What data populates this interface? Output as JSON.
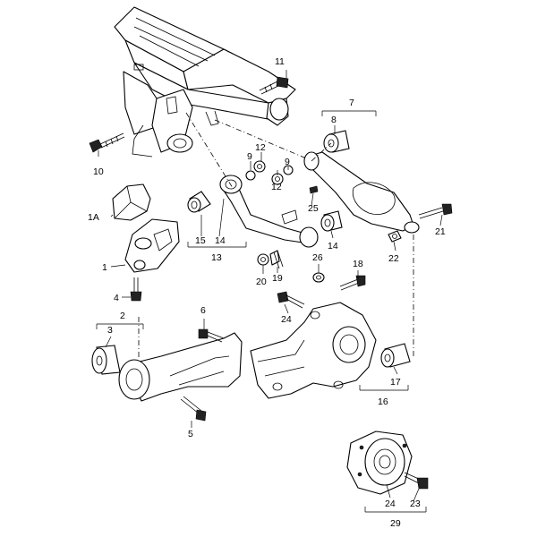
{
  "labels": {
    "l1": "1",
    "l1a": "1A",
    "l2": "2",
    "l3": "3",
    "l4": "4",
    "l5": "5",
    "l6": "6",
    "l7": "7",
    "l8": "8",
    "l9a": "9",
    "l9b": "9",
    "l10": "10",
    "l11": "11",
    "l12a": "12",
    "l12b": "12",
    "l13": "13",
    "l14a": "14",
    "l14b": "14",
    "l15": "15",
    "l16": "16",
    "l17": "17",
    "l18": "18",
    "l19": "19",
    "l20": "20",
    "l21": "21",
    "l22": "22",
    "l23": "23",
    "l24a": "24",
    "l24b": "24",
    "l25": "25",
    "l26": "26",
    "l29": "29"
  }
}
